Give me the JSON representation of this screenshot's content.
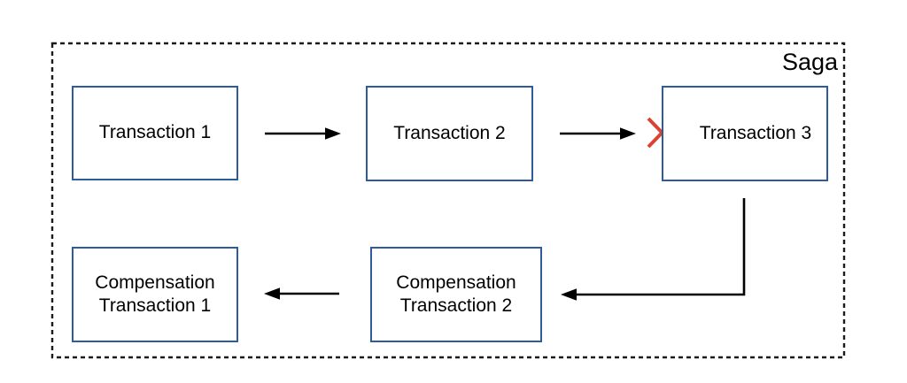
{
  "diagram": {
    "frame_label": "Saga",
    "nodes": {
      "t1": {
        "label": "Transaction 1"
      },
      "t2": {
        "label": "Transaction 2"
      },
      "t3": {
        "label": "Transaction 3"
      },
      "ct1": {
        "line1": "Compensation",
        "line2": "Transaction 1"
      },
      "ct2": {
        "line1": "Compensation",
        "line2": "Transaction 2"
      }
    },
    "edges": [
      {
        "from": "Transaction 1",
        "to": "Transaction 2"
      },
      {
        "from": "Transaction 2",
        "to": "Transaction 3"
      },
      {
        "from": "Transaction 3",
        "to": "Compensation Transaction 2"
      },
      {
        "from": "Compensation Transaction 2",
        "to": "Compensation Transaction 1"
      }
    ],
    "failure_marker": {
      "on": "Transaction 3",
      "symbol": "x"
    },
    "colors": {
      "node_border": "#2E5B9E",
      "arrow": "#000000",
      "failure_x": "#DC4231",
      "frame": "#1A1A1A",
      "background": "#FFFFFF"
    }
  }
}
